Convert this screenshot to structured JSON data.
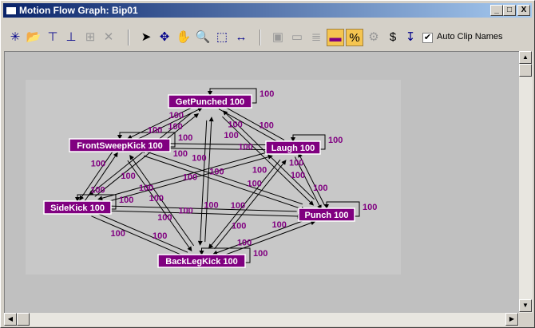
{
  "window": {
    "title": "Motion Flow Graph: Bip01",
    "minimize": "_",
    "maximize": "□",
    "close": "X"
  },
  "toolbar": {
    "auto_clip_names_label": "Auto Clip Names",
    "auto_clip_names_checked": true
  },
  "graph": {
    "nodes": [
      {
        "id": "gp",
        "label": "GetPunched 100"
      },
      {
        "id": "fsk",
        "label": "FrontSweepKick 100"
      },
      {
        "id": "la",
        "label": "Laugh 100"
      },
      {
        "id": "sk",
        "label": "SideKick 100"
      },
      {
        "id": "pu",
        "label": "Punch 100"
      },
      {
        "id": "blk",
        "label": "BackLegKick 100"
      }
    ],
    "default_weight": "100",
    "node_color": "#800080",
    "label_color": "#800080"
  }
}
